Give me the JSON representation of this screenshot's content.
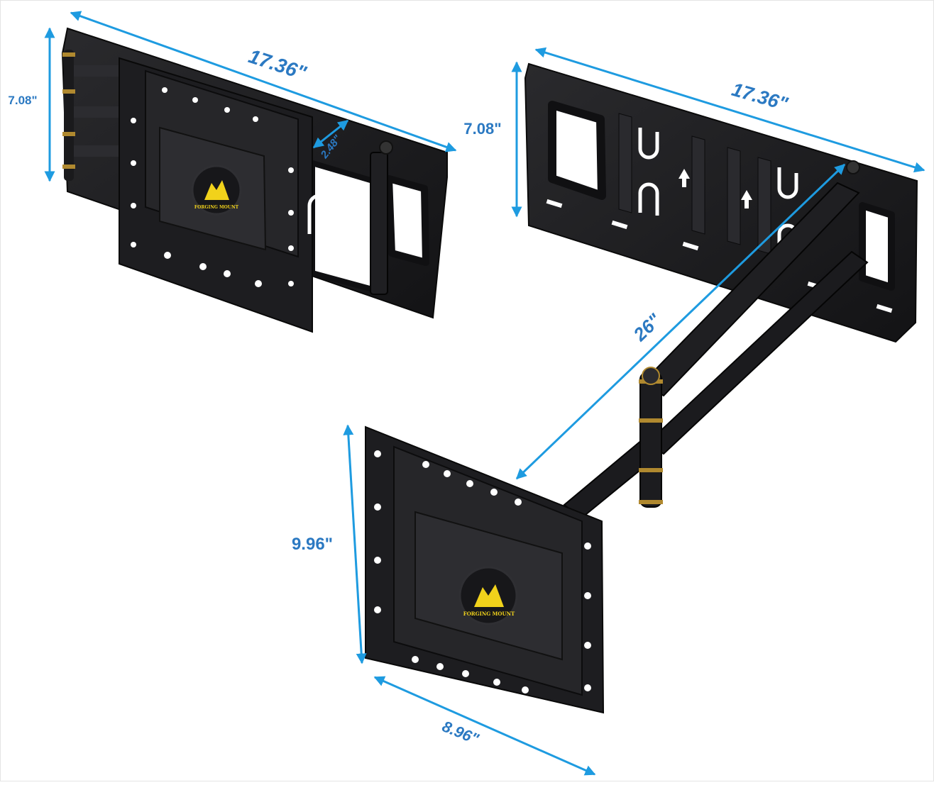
{
  "colors": {
    "dimension_line": "#1e9be0",
    "dimension_text": "#2b79c2",
    "mount_metal": "#1b1b1d",
    "mount_highlight": "#3b3b3f",
    "brass_accent": "#b0892f",
    "logo_yellow": "#f1d21b"
  },
  "left_mount": {
    "width_label": "17.36\"",
    "height_label": "7.08\"",
    "depth_label": "2.48\"",
    "logo_icon": "mountain-logo-icon"
  },
  "right_mount": {
    "wall_width_label": "17.36\"",
    "wall_height_label": "7.08\"",
    "arm_extension_label": "26\"",
    "tv_plate_height_label": "9.96\"",
    "tv_plate_width_label": "8.96\"",
    "logo_icon": "mountain-logo-icon"
  },
  "brand": {
    "name": "FORGING MOUNT"
  }
}
